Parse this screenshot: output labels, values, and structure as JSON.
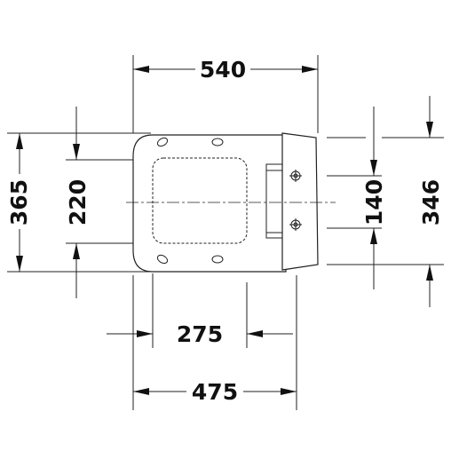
{
  "dimensions": {
    "overall_length": "540",
    "overall_width": "365",
    "inner_width": "220",
    "mount_width": "140",
    "rear_width": "346",
    "inner_length": "275",
    "body_length": "475"
  }
}
